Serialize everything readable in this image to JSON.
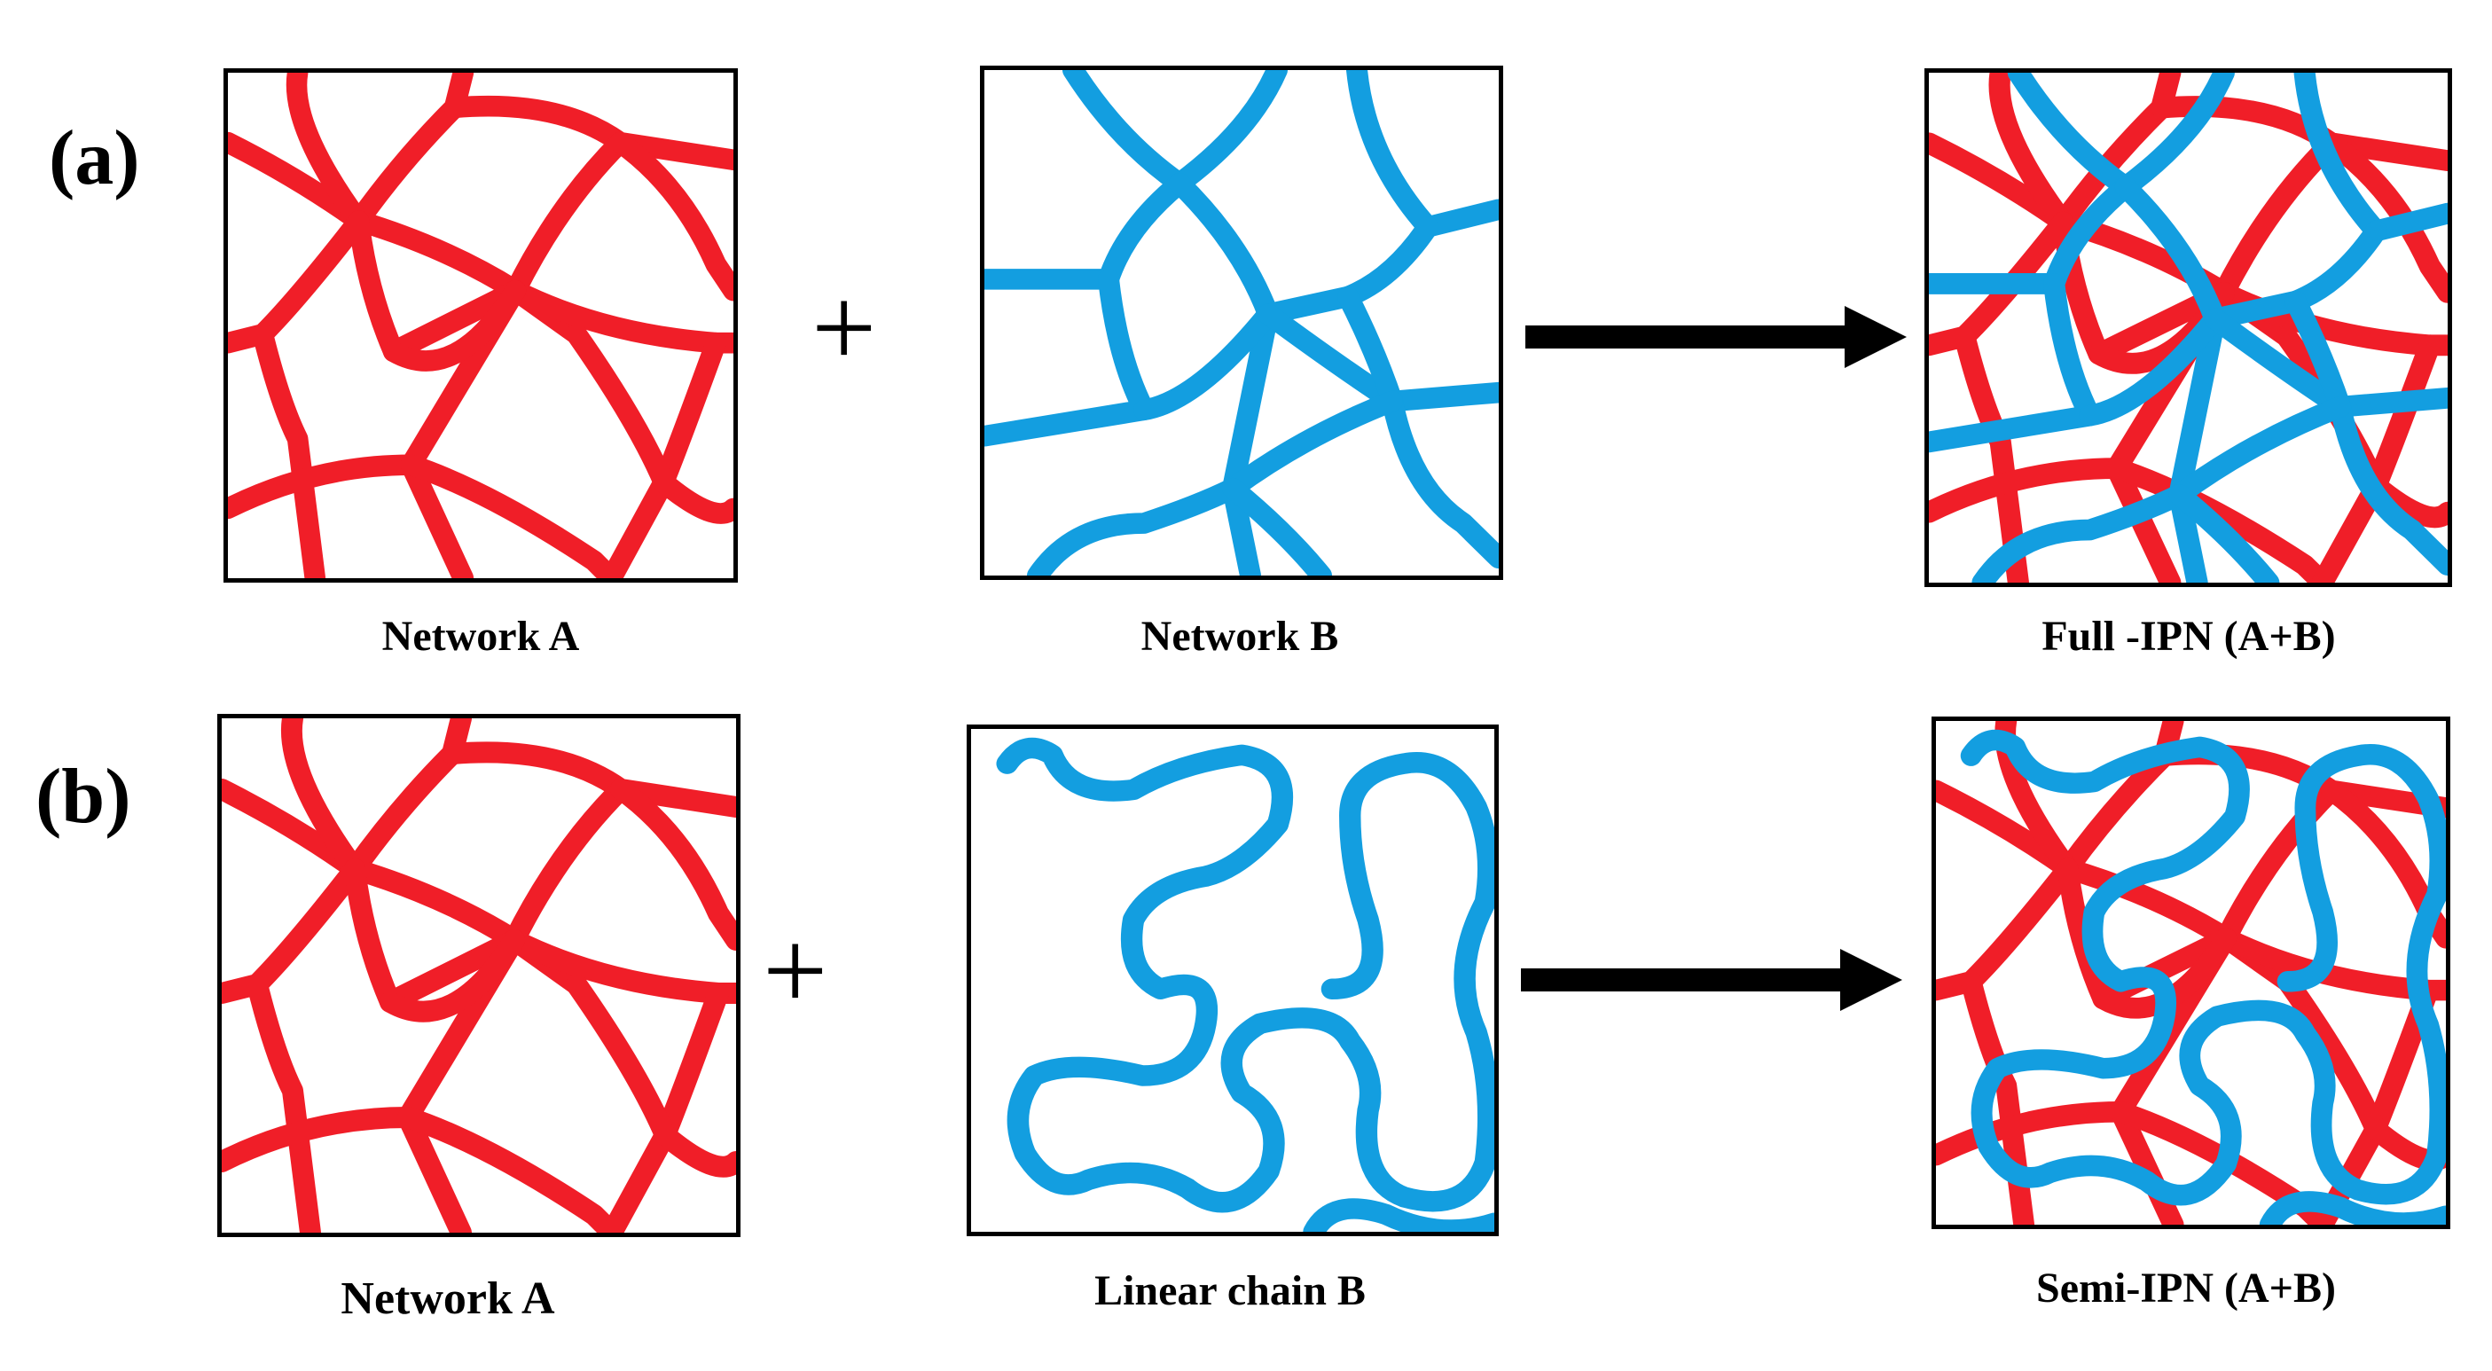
{
  "row_a": {
    "label": "(a)",
    "operator": "+",
    "input1_caption": "Network A",
    "input2_caption": "Network B",
    "result_caption": "Full -IPN (A+B)"
  },
  "row_b": {
    "label": "(b)",
    "operator": "+",
    "input1_caption": "Network A",
    "input2_caption": "Linear chain B",
    "result_caption": "Semi-IPN (A+B)"
  },
  "colors": {
    "network_a": "#f01e28",
    "network_b": "#139ee0"
  }
}
